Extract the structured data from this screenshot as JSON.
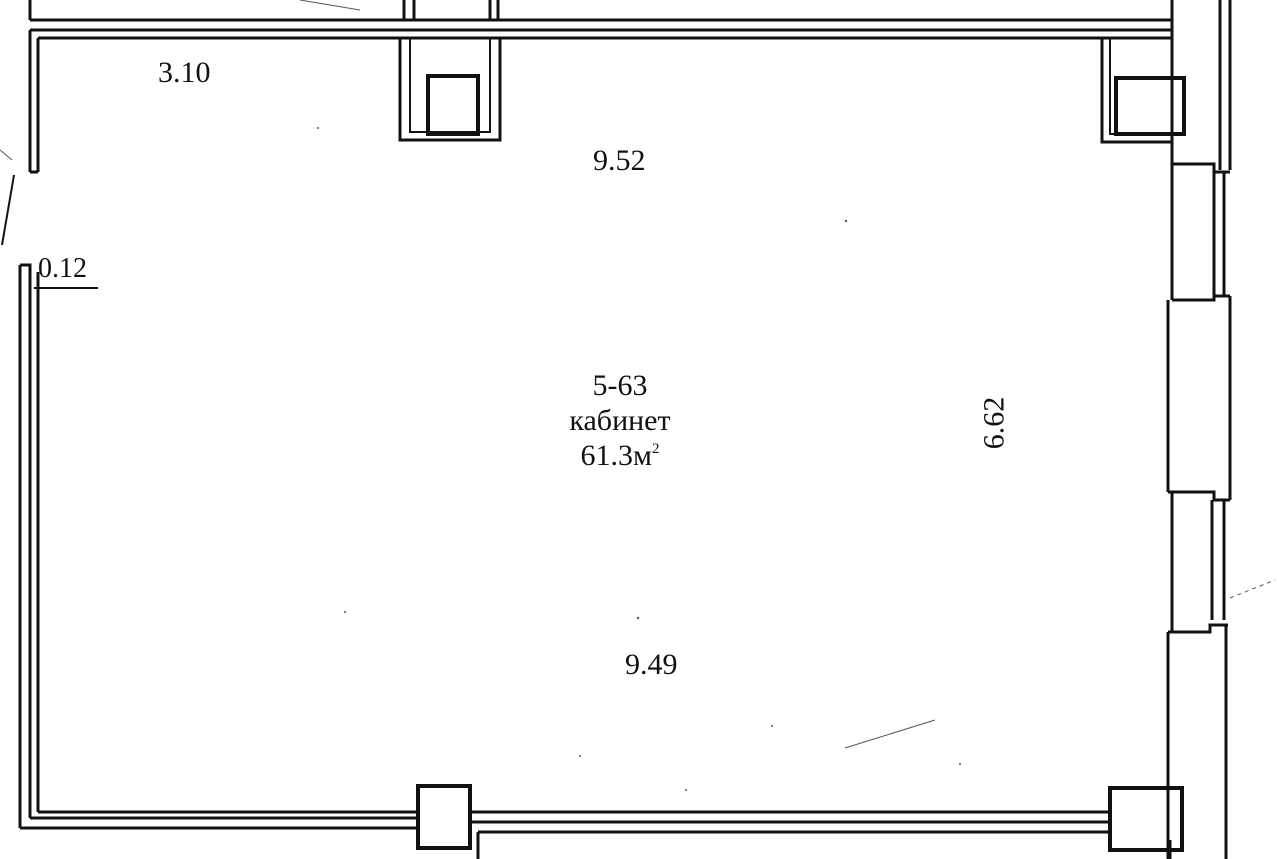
{
  "plan": {
    "room_number": "5-63",
    "room_name": "кабинет",
    "area_value": "61.3м",
    "area_superscript": "2",
    "dimensions": {
      "top_left": "3.10",
      "top": "9.52",
      "small_offset": "0.12",
      "right": "6.62",
      "bottom": "9.49"
    }
  },
  "colors": {
    "line": "#111111",
    "background": "#ffffff"
  }
}
